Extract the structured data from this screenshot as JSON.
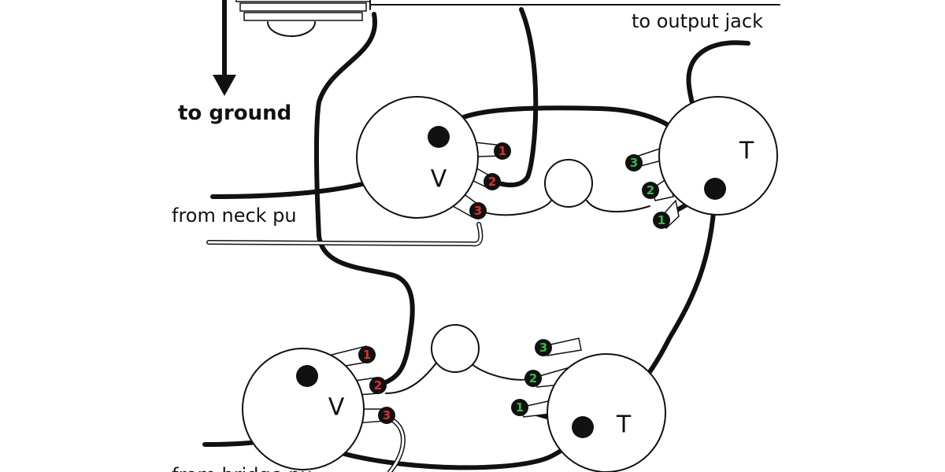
{
  "labels": {
    "to_output_jack": "to output jack",
    "to_ground": "to ground",
    "from_neck_pu": "from neck pu",
    "from_bridge_pu": "from bridge pu"
  },
  "pots": {
    "neck_volume": {
      "label": "V",
      "lugs": [
        "1",
        "2",
        "3"
      ]
    },
    "neck_tone": {
      "label": "T",
      "lugs": [
        "3",
        "2",
        "1"
      ]
    },
    "bridge_volume": {
      "label": "V",
      "lugs": [
        "1",
        "2",
        "3"
      ]
    },
    "bridge_tone": {
      "label": "T",
      "lugs": [
        "3",
        "2",
        "1"
      ]
    }
  },
  "colors": {
    "wire": "#111111",
    "volume_lug_number": "#e0302a",
    "tone_lug_number": "#39b54a"
  }
}
